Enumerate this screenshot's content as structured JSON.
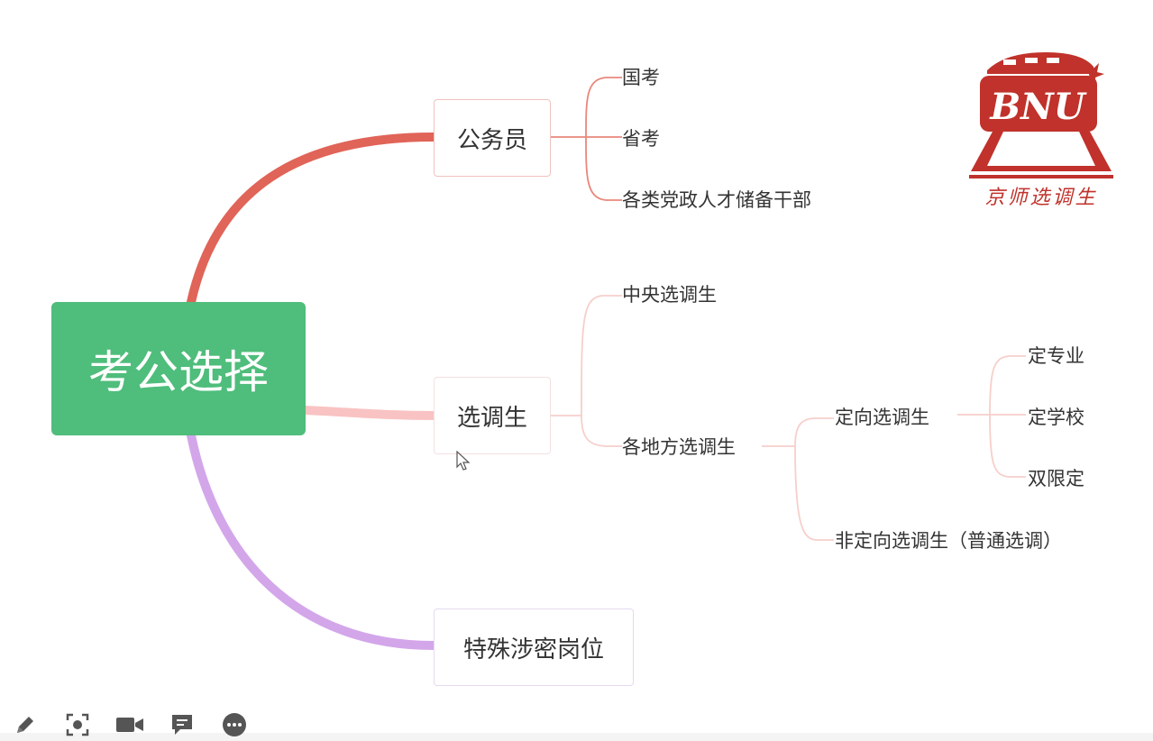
{
  "mindmap": {
    "root": "考公选择",
    "branches": [
      {
        "label": "公务员",
        "color": "#e06458",
        "children": [
          "国考",
          "省考",
          "各类党政人才储备干部"
        ]
      },
      {
        "label": "选调生",
        "color": "#f9c3c3",
        "children": [
          {
            "label": "中央选调生"
          },
          {
            "label": "各地方选调生",
            "children": [
              {
                "label": "定向选调生",
                "children": [
                  "定专业",
                  "定学校",
                  "双限定"
                ]
              },
              {
                "label": "非定向选调生（普通选调）"
              }
            ]
          }
        ]
      },
      {
        "label": "特殊涉密岗位",
        "color": "#d3a6ea"
      }
    ]
  },
  "logo": {
    "caption": "京师选调生",
    "letters": "BNU",
    "color": "#c0322b"
  },
  "toolbar": {
    "icons": [
      "pencil-icon",
      "screenshot-icon",
      "video-camera-icon",
      "comment-icon",
      "more-icon"
    ],
    "color": "#555555"
  },
  "colors": {
    "root_fill": "#4fbd7b",
    "subtree_line": "#f0b5ae"
  }
}
